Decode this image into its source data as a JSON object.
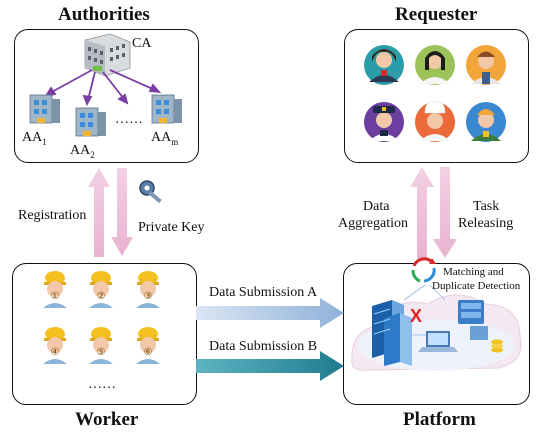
{
  "authorities": {
    "title": "Authorities",
    "ca_label": "CA",
    "aa1_base": "AA",
    "aa1_sub": "1",
    "aa2_base": "AA",
    "aa2_sub": "2",
    "aam_base": "AA",
    "aam_sub": "m",
    "ellipsis": "……"
  },
  "requester": {
    "title": "Requester"
  },
  "worker": {
    "title": "Worker",
    "numbers": [
      "①",
      "②",
      "③",
      "④",
      "⑤",
      "⑥"
    ],
    "ellipsis": "……"
  },
  "platform": {
    "title": "Platform",
    "matching_line1": "Matching and",
    "matching_line2": "Duplicate Detection",
    "reject_mark": "X"
  },
  "arrows": {
    "registration": "Registration",
    "private_key": "Private Key",
    "data_aggregation_line1": "Data",
    "data_aggregation_line2": "Aggregation",
    "task_releasing_line1": "Task",
    "task_releasing_line2": "Releasing",
    "submission_a": "Data Submission A",
    "submission_b": "Data Submission B"
  },
  "colors": {
    "vertical_arrow": "#f1c7dd",
    "submission_a": "#a9c4e2",
    "submission_b": "#2f8fa0",
    "helmet": "#f4c020",
    "purple_arrow": "#7a3fa4"
  }
}
